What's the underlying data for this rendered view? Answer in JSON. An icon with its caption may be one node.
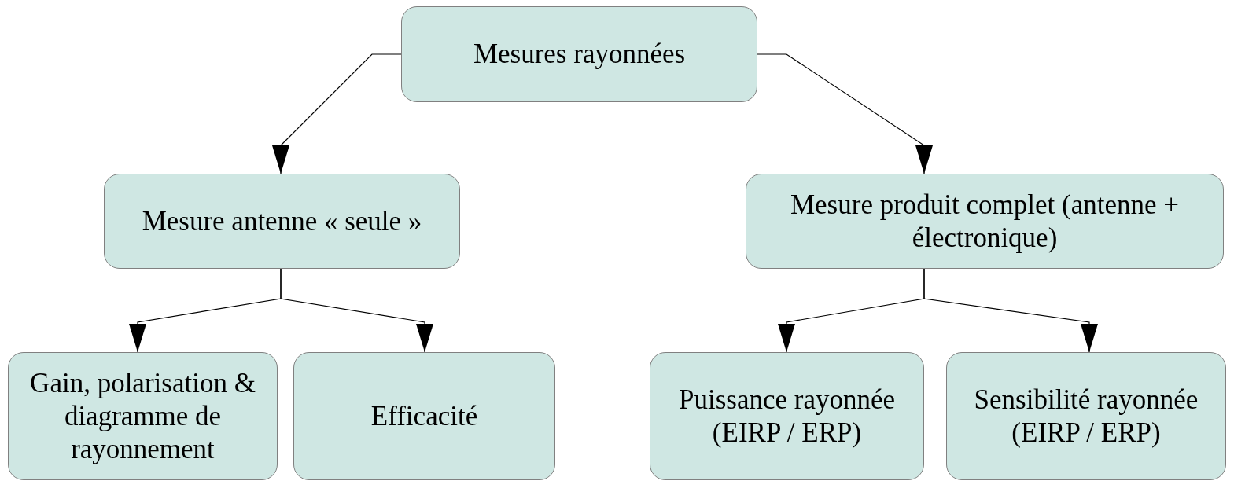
{
  "diagram": {
    "nodes": [
      {
        "text": [
          "Mesures rayonnées"
        ]
      },
      {
        "text": [
          "Mesure antenne « seule »"
        ]
      },
      {
        "text": [
          "Mesure produit complet (antenne + électronique)"
        ]
      },
      {
        "text": [
          "Gain, polarisation & diagramme de rayonnement"
        ]
      },
      {
        "text": [
          "Efficacité"
        ]
      },
      {
        "text": [
          "Puissance rayonnée (EIRP / ERP)"
        ]
      },
      {
        "text": [
          "Sensibilité rayonnée (EIRP / ERP)"
        ]
      }
    ],
    "edges": [
      {
        "from": 0,
        "to": 1,
        "arrow": "to"
      },
      {
        "from": 0,
        "to": 2,
        "arrow": "to"
      },
      {
        "from": 1,
        "to": 3,
        "arrow": "to"
      },
      {
        "from": 1,
        "to": 4,
        "arrow": "to"
      },
      {
        "from": 2,
        "to": 5,
        "arrow": "to"
      },
      {
        "from": 2,
        "to": 6,
        "arrow": "to"
      }
    ]
  }
}
